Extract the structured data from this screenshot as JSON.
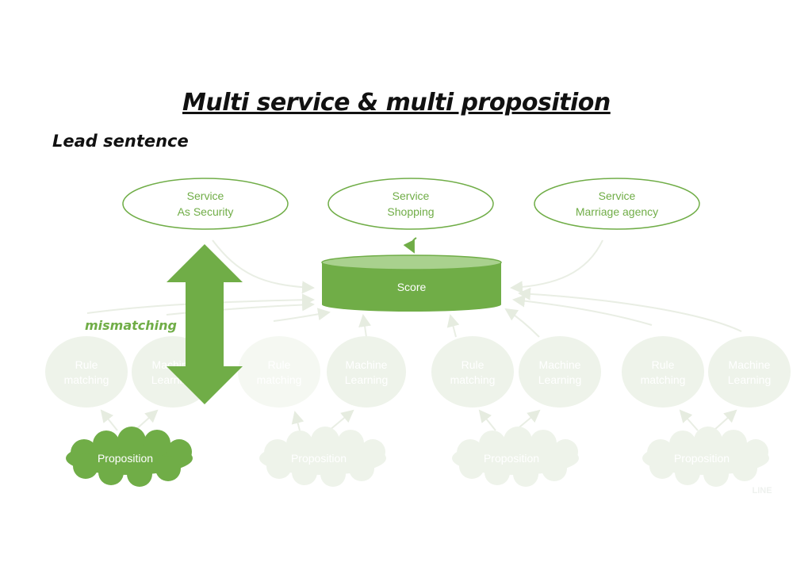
{
  "title": "Multi service & multi proposition",
  "lead": "Lead sentence",
  "services": [
    {
      "line1": "Service",
      "line2": "As Security"
    },
    {
      "line1": "Service",
      "line2": "Shopping"
    },
    {
      "line1": "Service",
      "line2": "Marriage agency"
    }
  ],
  "score_label": "Score",
  "mismatching_label": "mismatching",
  "nodes": [
    {
      "line1": "Rule",
      "line2": "matching"
    },
    {
      "line1": "Machine",
      "line2": "Learning"
    },
    {
      "line1": "Rule",
      "line2": "matching"
    },
    {
      "line1": "Machine",
      "line2": "Learning"
    },
    {
      "line1": "Rule",
      "line2": "matching"
    },
    {
      "line1": "Machine",
      "line2": "Learning"
    },
    {
      "line1": "Rule",
      "line2": "matching"
    },
    {
      "line1": "Machine",
      "line2": "Learning"
    }
  ],
  "propositions": [
    "Proposition",
    "Proposition",
    "Proposition",
    "Proposition"
  ],
  "logo_text": "LINE",
  "colors": {
    "green": "#70ad47",
    "light_green": "#e2efd9",
    "score_top": "#a9d18e"
  }
}
